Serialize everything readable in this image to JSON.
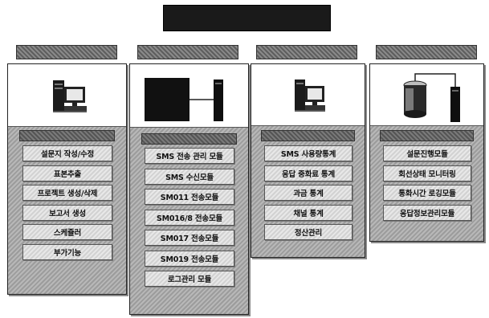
{
  "columns": [
    {
      "icon": "pc-workstation-icon",
      "items": [
        "설문지 작성/수정",
        "표본추출",
        "프로젝트 생성/삭제",
        "보고서 생성",
        "스케쥴러",
        "부가기능"
      ]
    },
    {
      "icon": "server-rack-icon",
      "items": [
        "SMS 전송 관리 모듈",
        "SMS 수신모듈",
        "SM011 전송모듈",
        "SM016/8 전송모듈",
        "SM017 전송모듈",
        "SM019 전송모듈",
        "로그관리 모듈"
      ]
    },
    {
      "icon": "pc-workstation-icon",
      "items": [
        "SMS 사용량통계",
        "응답 중화료 통계",
        "과금 통계",
        "채널 통계",
        "정산관리"
      ]
    },
    {
      "icon": "database-server-icon",
      "items": [
        "설문진행모듈",
        "회선상태 모니터링",
        "통화시간 로깅모듈",
        "응답정보관리모듈"
      ]
    }
  ],
  "colors": {
    "title_bar": "#1a1a1a",
    "panel_border": "#222222",
    "header_pattern": "#6e6e6e"
  }
}
